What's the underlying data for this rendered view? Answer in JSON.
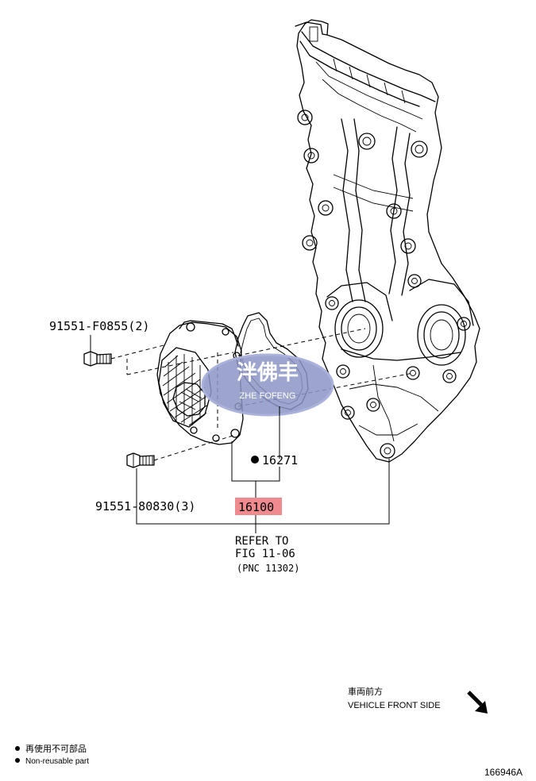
{
  "parts": {
    "bolt_upper": "91551-F0855(2)",
    "bolt_lower": "91551-80830(3)",
    "gasket": "16271",
    "water_pump": "16100"
  },
  "reference": {
    "line1": "REFER TO",
    "line2": "FIG 11-06",
    "line3": "(PNC 11302)"
  },
  "watermark": {
    "chinese": "泮佛丰",
    "latin": "ZHE FOFENG"
  },
  "direction": {
    "chinese": "車両前方",
    "english": "VEHICLE FRONT SIDE"
  },
  "legend": {
    "chinese": "再使用不可部品",
    "english": "Non-reusable part"
  },
  "figure_id": "166946A",
  "colors": {
    "highlight": "#ef8a8f",
    "watermark_fill": "#8c95c6",
    "watermark_text": "#ffffff"
  },
  "icons": {
    "front_arrow": "arrow-down-right-icon",
    "bullet": "filled-dot-icon"
  }
}
